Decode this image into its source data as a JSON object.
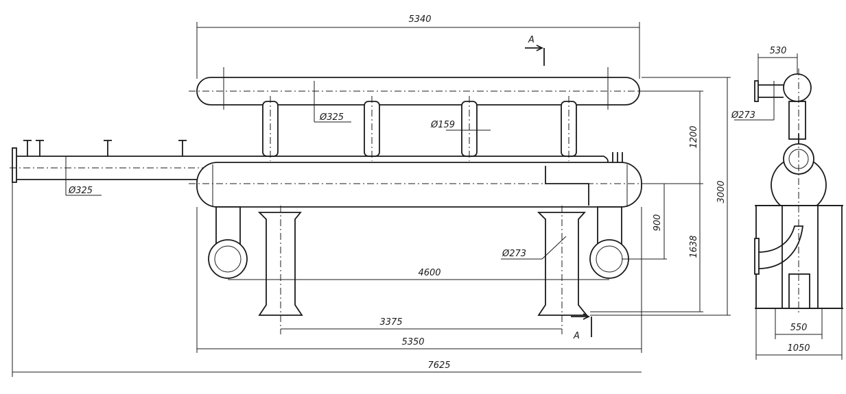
{
  "dimensions": {
    "top_length": "5340",
    "section_label_top": "A",
    "section_label_bottom": "A",
    "upper_header_dia": "Ø325",
    "branch_dia": "Ø159",
    "inlet_pipe_dia": "Ø325",
    "upper_spacing": "1200",
    "overall_height": "3000",
    "lower_height": "1638",
    "nozzle_height": "900",
    "support_dia": "Ø273",
    "nozzle_spacing": "4600",
    "support_spacing": "3375",
    "lower_header_length": "5350",
    "overall_length": "7625",
    "side_offset": "530",
    "side_pipe_dia": "Ø273",
    "base_inner": "550",
    "base_outer": "1050"
  }
}
